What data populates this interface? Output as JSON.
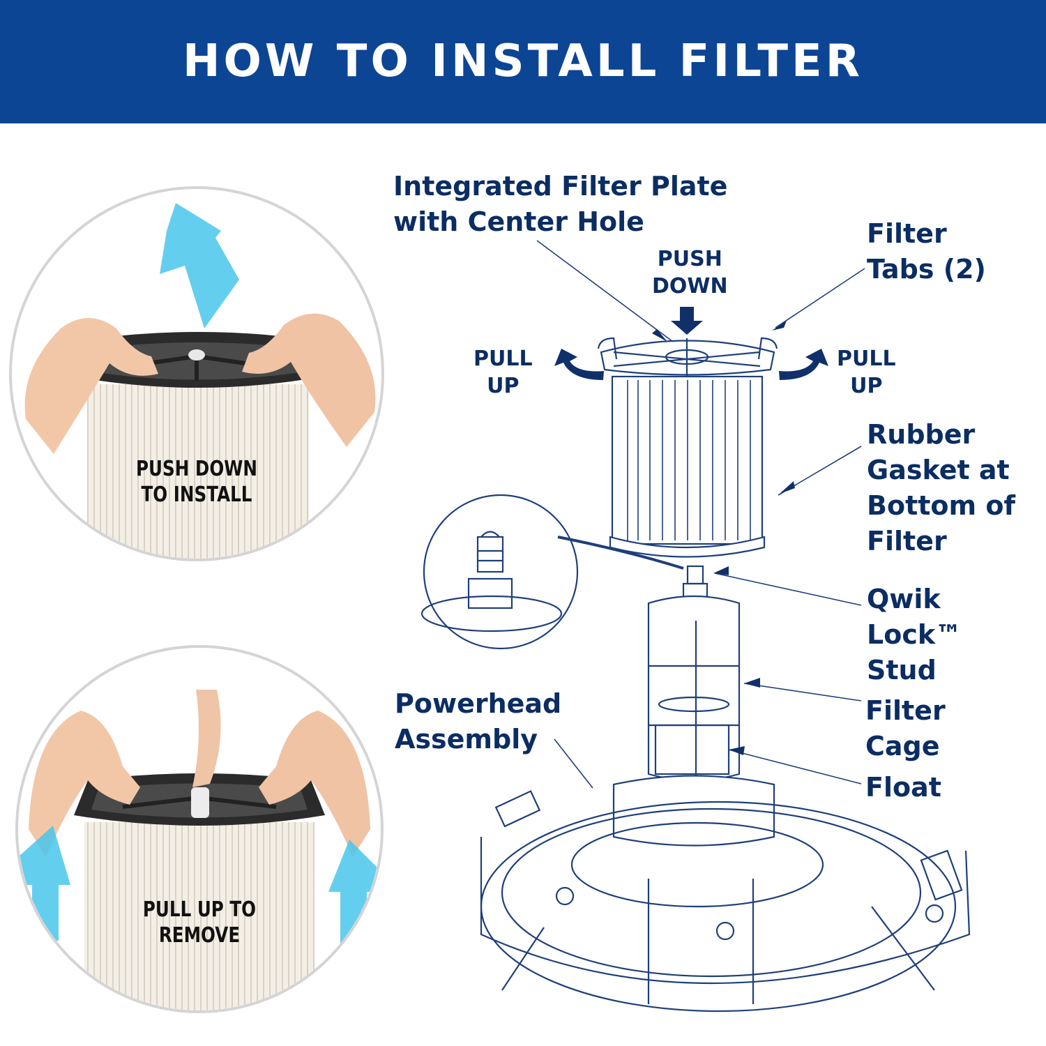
{
  "header": {
    "title": "HOW TO INSTALL FILTER"
  },
  "photos": {
    "install_caption": "PUSH DOWN\nTO INSTALL",
    "remove_caption": "PULL UP TO\nREMOVE"
  },
  "diagram": {
    "plate_label": "Integrated Filter Plate\nwith Center Hole",
    "tabs_label": "Filter\nTabs (2)",
    "push_down": "PUSH\nDOWN",
    "pull_up_left": "PULL\nUP",
    "pull_up_right": "PULL\nUP",
    "gasket_label": "Rubber\nGasket at\nBottom of\nFilter",
    "stud_label": "Qwik\nLock™\nStud",
    "cage_label": "Filter\nCage",
    "float_label": "Float",
    "powerhead_label": "Powerhead\nAssembly"
  },
  "colors": {
    "banner": "#0d4595",
    "label": "#0b2d63",
    "arrow_cyan": "#35c4ee"
  }
}
